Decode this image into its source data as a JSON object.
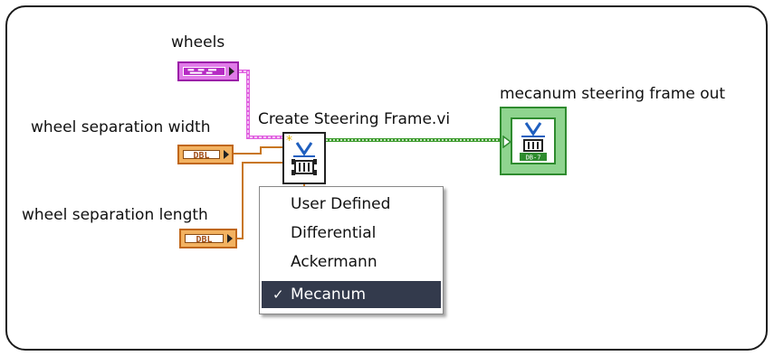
{
  "labels": {
    "wheels": "wheels",
    "width": "wheel separation width",
    "length": "wheel separation length",
    "vi": "Create Steering Frame.vi",
    "output": "mecanum steering frame out"
  },
  "terminals": {
    "wheels_type": "",
    "width_type": "DBL",
    "length_type": "DBL",
    "output_type": "DB-7"
  },
  "menu": {
    "items": [
      {
        "label": "User Defined",
        "selected": false
      },
      {
        "label": "Differential",
        "selected": false
      },
      {
        "label": "Ackermann",
        "selected": false
      },
      {
        "label": "Mecanum",
        "selected": true
      }
    ],
    "check_mark": "✓"
  },
  "colors": {
    "cluster_wire": "#e060e0",
    "dbl_wire": "#c8761e",
    "output_wire": "#3a9a2a",
    "selected_bg": "#333a4c"
  }
}
